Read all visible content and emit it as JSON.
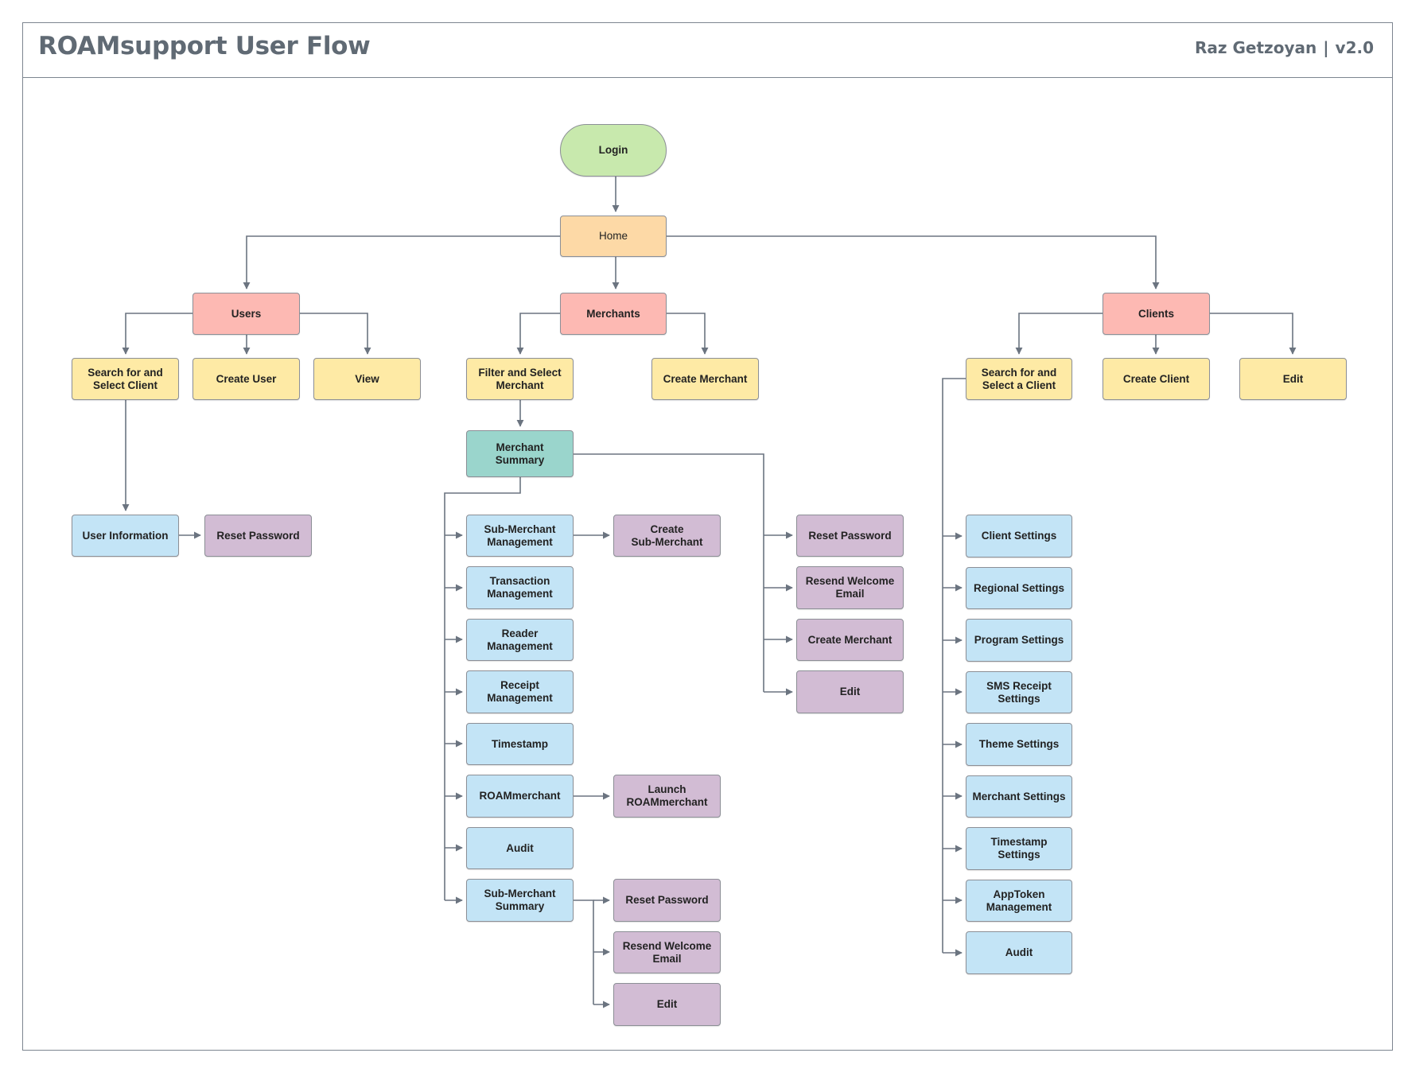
{
  "header": {
    "title": "ROAMsupport User Flow",
    "author": "Raz Getzoyan",
    "separator": "|",
    "version": "v2.0"
  },
  "colors": {
    "start": "#c8e9ad",
    "home": "#fdd9a6",
    "section": "#fdb9b3",
    "action": "#feeaa5",
    "summary": "#9ad5cc",
    "page": "#c3e4f6",
    "subaction": "#d2bcd4",
    "connector": "#6b7480",
    "border": "#8c8f96"
  },
  "nodes": {
    "login": "Login",
    "home": "Home",
    "users": "Users",
    "merchants": "Merchants",
    "clients": "Clients",
    "search_select_client": "Search for and\nSelect  Client",
    "create_user": "Create User",
    "view": "View",
    "filter_select_merchant": "Filter and Select\nMerchant",
    "create_merchant": "Create Merchant",
    "search_select_a_client": "Search for and\nSelect a Client",
    "create_client": "Create Client",
    "client_edit": "Edit",
    "merchant_summary": "Merchant\nSummary",
    "user_information": "User Information",
    "user_reset_password": "Reset Password",
    "sub_merchant_management": "Sub-Merchant\nManagement",
    "create_sub_merchant": "Create\nSub-Merchant",
    "transaction_management": "Transaction\nManagement",
    "reader_management": "Reader\nManagement",
    "receipt_management": "Receipt\nManagement",
    "timestamp": "Timestamp",
    "roammerchant": "ROAMmerchant",
    "launch_roammerchant": "Launch\nROAMmerchant",
    "audit": "Audit",
    "sub_merchant_summary": "Sub-Merchant\nSummary",
    "sub_reset_password": "Reset Password",
    "sub_resend_welcome_email": "Resend Welcome\nEmail",
    "sub_edit": "Edit",
    "merchant_reset_password": "Reset Password",
    "merchant_resend_welcome_email": "Resend Welcome\nEmail",
    "merchant_create_merchant": "Create Merchant",
    "merchant_edit": "Edit",
    "client_settings": "Client Settings",
    "regional_settings": "Regional Settings",
    "program_settings": "Program Settings",
    "sms_receipt_settings": "SMS Receipt\nSettings",
    "theme_settings": "Theme Settings",
    "merchant_settings": "Merchant Settings",
    "timestamp_settings": "Timestamp Settings",
    "apptoken_management": "AppToken\nManagement",
    "client_audit": "Audit"
  }
}
